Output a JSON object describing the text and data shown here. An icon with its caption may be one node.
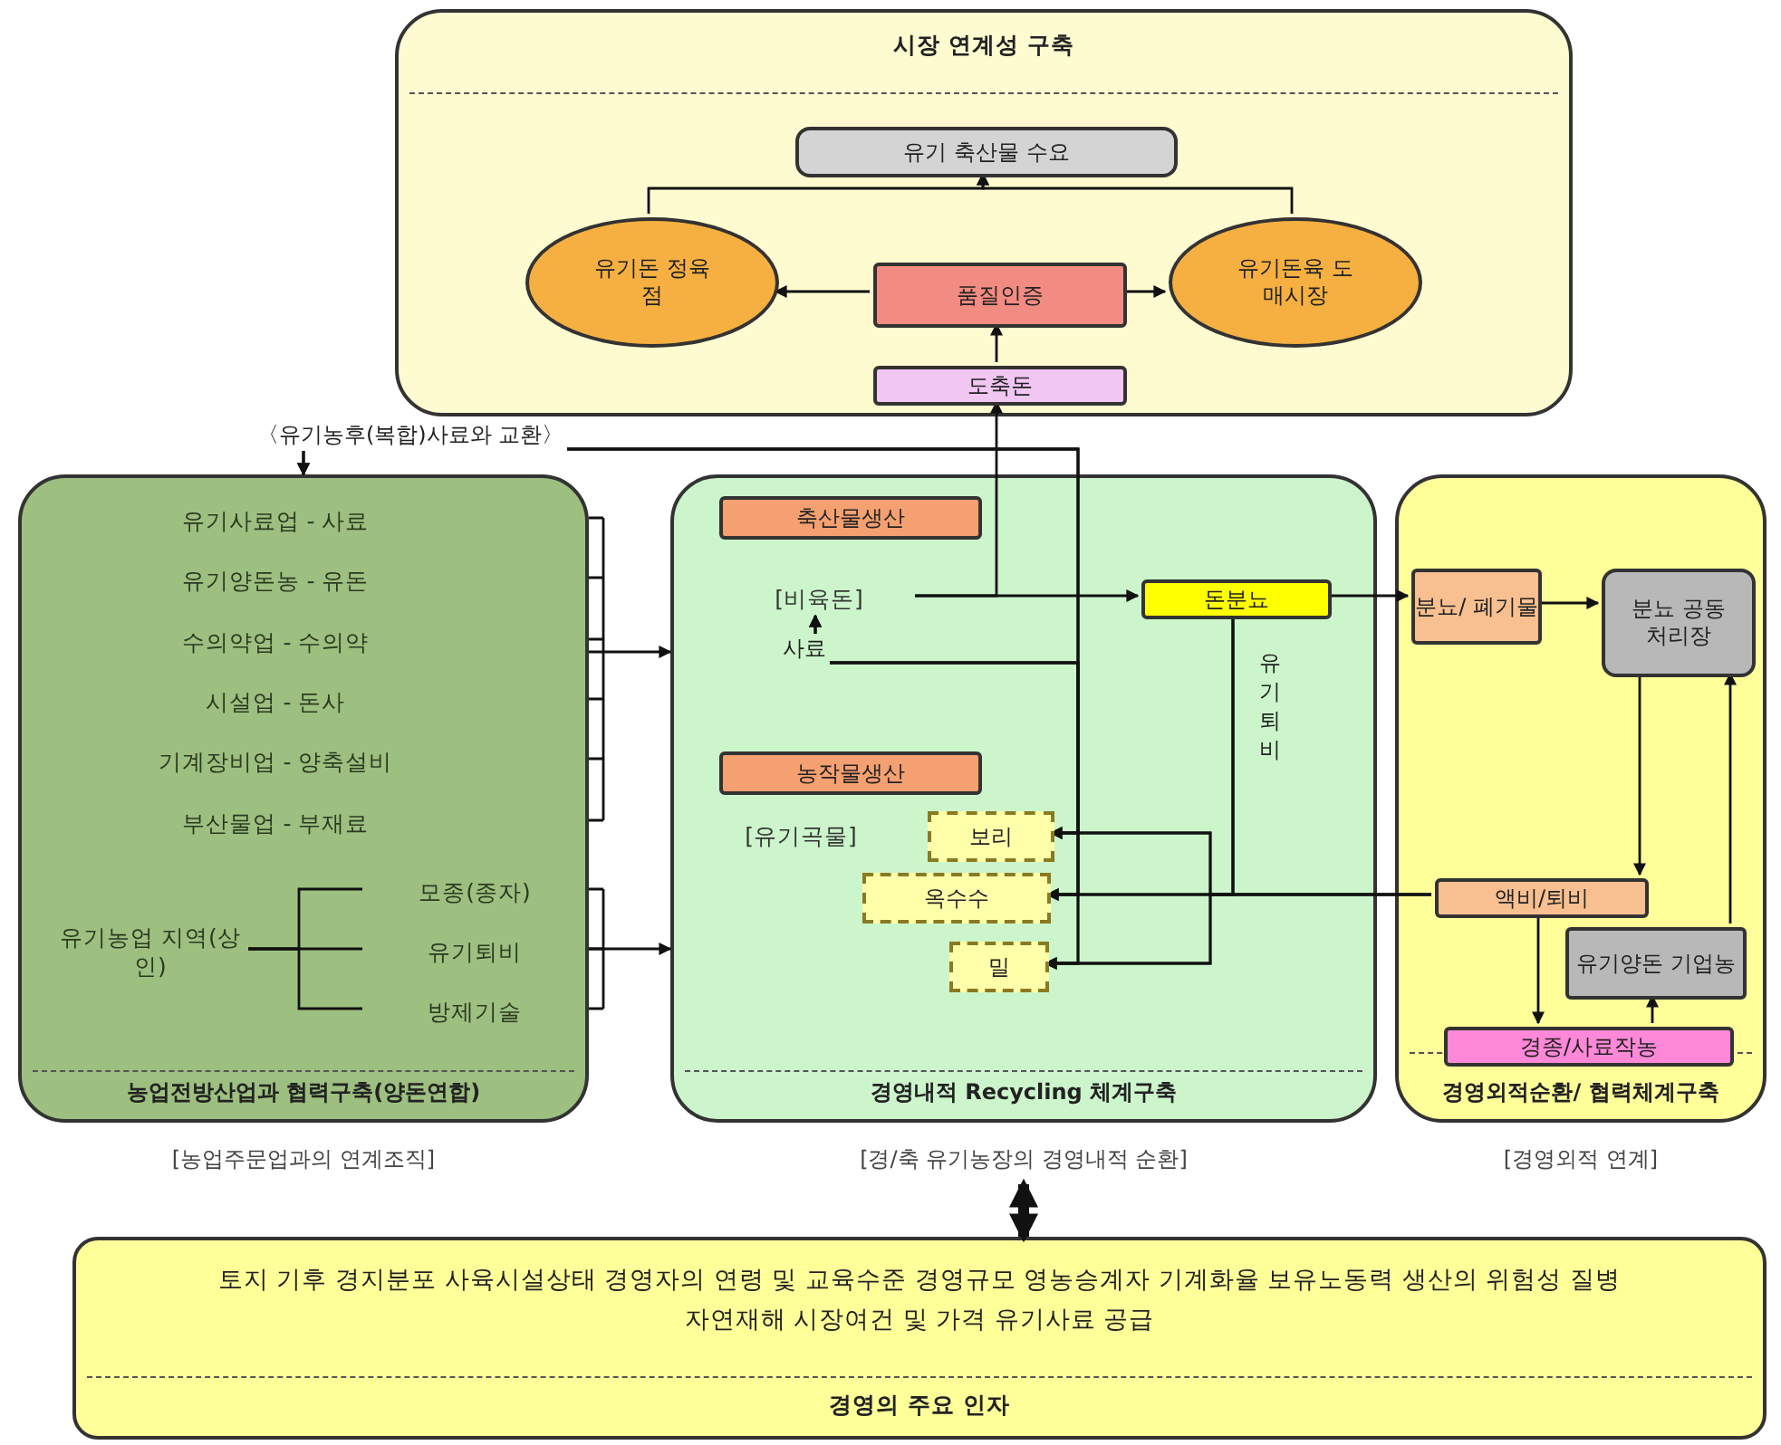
{
  "diagram": {
    "nodes": [
      {
        "text": [
          "시장 연계성 구축"
        ]
      },
      {
        "text": [
          "유기 축산물 수요"
        ],
        "in": 0
      },
      {
        "text": [
          "유기돈 정육점"
        ],
        "in": 0
      },
      {
        "text": [
          "품질인증"
        ],
        "in": 0
      },
      {
        "text": [
          "유기돈육 도매시장"
        ],
        "in": 0
      },
      {
        "text": [
          "도축돈"
        ],
        "in": 0
      },
      {
        "text": [
          "농업전방산업과 협력구축(양돈연합)"
        ],
        "beside": [
          "[농업주문업과의 연계조직]"
        ]
      },
      {
        "text": [
          "유기사료업 - 사료"
        ],
        "in": 6
      },
      {
        "text": [
          "유기양돈농 - 유돈"
        ],
        "in": 6
      },
      {
        "text": [
          "수의약업 - 수의약"
        ],
        "in": 6
      },
      {
        "text": [
          "시설업 - 돈사"
        ],
        "in": 6
      },
      {
        "text": [
          "기계장비업 - 양축설비"
        ],
        "in": 6
      },
      {
        "text": [
          "부산물업 - 부재료"
        ],
        "in": 6
      },
      {
        "text": [
          "유기농업 지역(상인)"
        ],
        "in": 6
      },
      {
        "text": [
          "모종(종자)"
        ],
        "in": 6
      },
      {
        "text": [
          "유기퇴비"
        ],
        "in": 6
      },
      {
        "text": [
          "방제기술"
        ],
        "in": 6
      },
      {
        "text": [
          "경영내적 Recycling 체계구축"
        ],
        "beside": [
          "[경/축 유기농장의 경영내적 순환]"
        ]
      },
      {
        "text": [
          "축산물생산"
        ],
        "in": 17
      },
      {
        "text": [
          "[비육돈]"
        ],
        "in": 17
      },
      {
        "text": [
          "농작물생산"
        ],
        "in": 17
      },
      {
        "text": [
          "[유기곡물]"
        ],
        "in": 17
      },
      {
        "text": [
          "보리"
        ],
        "in": 17
      },
      {
        "text": [
          "옥수수"
        ],
        "in": 17
      },
      {
        "text": [
          "밀"
        ],
        "in": 17
      },
      {
        "text": [
          "돈분뇨"
        ],
        "in": 17
      },
      {
        "text": [
          "경영외적순환/ 협력체계구축"
        ],
        "beside": [
          "[경영외적 연계]"
        ]
      },
      {
        "text": [
          "분뇨/ 폐기물"
        ],
        "in": 26
      },
      {
        "text": [
          "분뇨 공동 처리장"
        ],
        "in": 26
      },
      {
        "text": [
          "액비/퇴비"
        ],
        "in": 26
      },
      {
        "text": [
          "유기양돈 기업농"
        ],
        "in": 26
      },
      {
        "text": [
          "경종/사료작농"
        ],
        "in": 26
      },
      {
        "text": [
          "토지 기후 경지분포 사육시설상태 경영자의 연령 및 교육수준 경영규모 영농승계자 기계화율 보유노동력 생산의 위험성 질병 자연재해 시장여건 및 가격 유기사료 공급",
          "경영의 주요 인자"
        ]
      }
    ],
    "edges": [
      {
        "from": 2,
        "to": 1,
        "arrow": "to"
      },
      {
        "from": 4,
        "to": 1,
        "arrow": "to"
      },
      {
        "from": 3,
        "to": 2,
        "arrow": "to"
      },
      {
        "from": 3,
        "to": 4,
        "arrow": "to"
      },
      {
        "from": 5,
        "to": 3,
        "arrow": "to"
      },
      {
        "from": 19,
        "to": 5,
        "arrow": "to"
      },
      {
        "from": 22,
        "to": 6,
        "arrow": "to",
        "label": "〈유기농후(복합)사료와 교환〉"
      },
      {
        "from": 23,
        "to": 6,
        "arrow": "to"
      },
      {
        "from": 24,
        "to": 6,
        "arrow": "to"
      },
      {
        "from": 22,
        "to": 19,
        "arrow": "to"
      },
      {
        "from": 23,
        "to": 19,
        "arrow": "to",
        "label": "사료"
      },
      {
        "from": 24,
        "to": 19,
        "arrow": "to"
      },
      {
        "from": 19,
        "to": 25,
        "arrow": "to"
      },
      {
        "from": 25,
        "to": 22,
        "arrow": "to",
        "label": "유기퇴비"
      },
      {
        "from": 25,
        "to": 23,
        "arrow": "to"
      },
      {
        "from": 25,
        "to": 24,
        "arrow": "to"
      },
      {
        "from": 29,
        "to": 22,
        "arrow": "to"
      },
      {
        "from": 29,
        "to": 23,
        "arrow": "to"
      },
      {
        "from": 29,
        "to": 24,
        "arrow": "to"
      },
      {
        "from": 25,
        "to": 27,
        "arrow": "to"
      },
      {
        "from": 27,
        "to": 28,
        "arrow": "to"
      },
      {
        "from": 28,
        "to": 29,
        "arrow": "to"
      },
      {
        "from": 29,
        "to": 31,
        "arrow": "to"
      },
      {
        "from": 31,
        "to": 30,
        "arrow": "to"
      },
      {
        "from": 30,
        "to": 28,
        "arrow": "to"
      },
      {
        "from": 6,
        "to": 17,
        "arrow": "to"
      },
      {
        "from": 6,
        "to": 17,
        "arrow": "to"
      },
      {
        "from": 13,
        "to": 14,
        "arrow": "none"
      },
      {
        "from": 13,
        "to": 15,
        "arrow": "none"
      },
      {
        "from": 13,
        "to": 16,
        "arrow": "none"
      },
      {
        "from": 32,
        "to": 17,
        "arrow": "both",
        "style": "thick"
      }
    ]
  }
}
